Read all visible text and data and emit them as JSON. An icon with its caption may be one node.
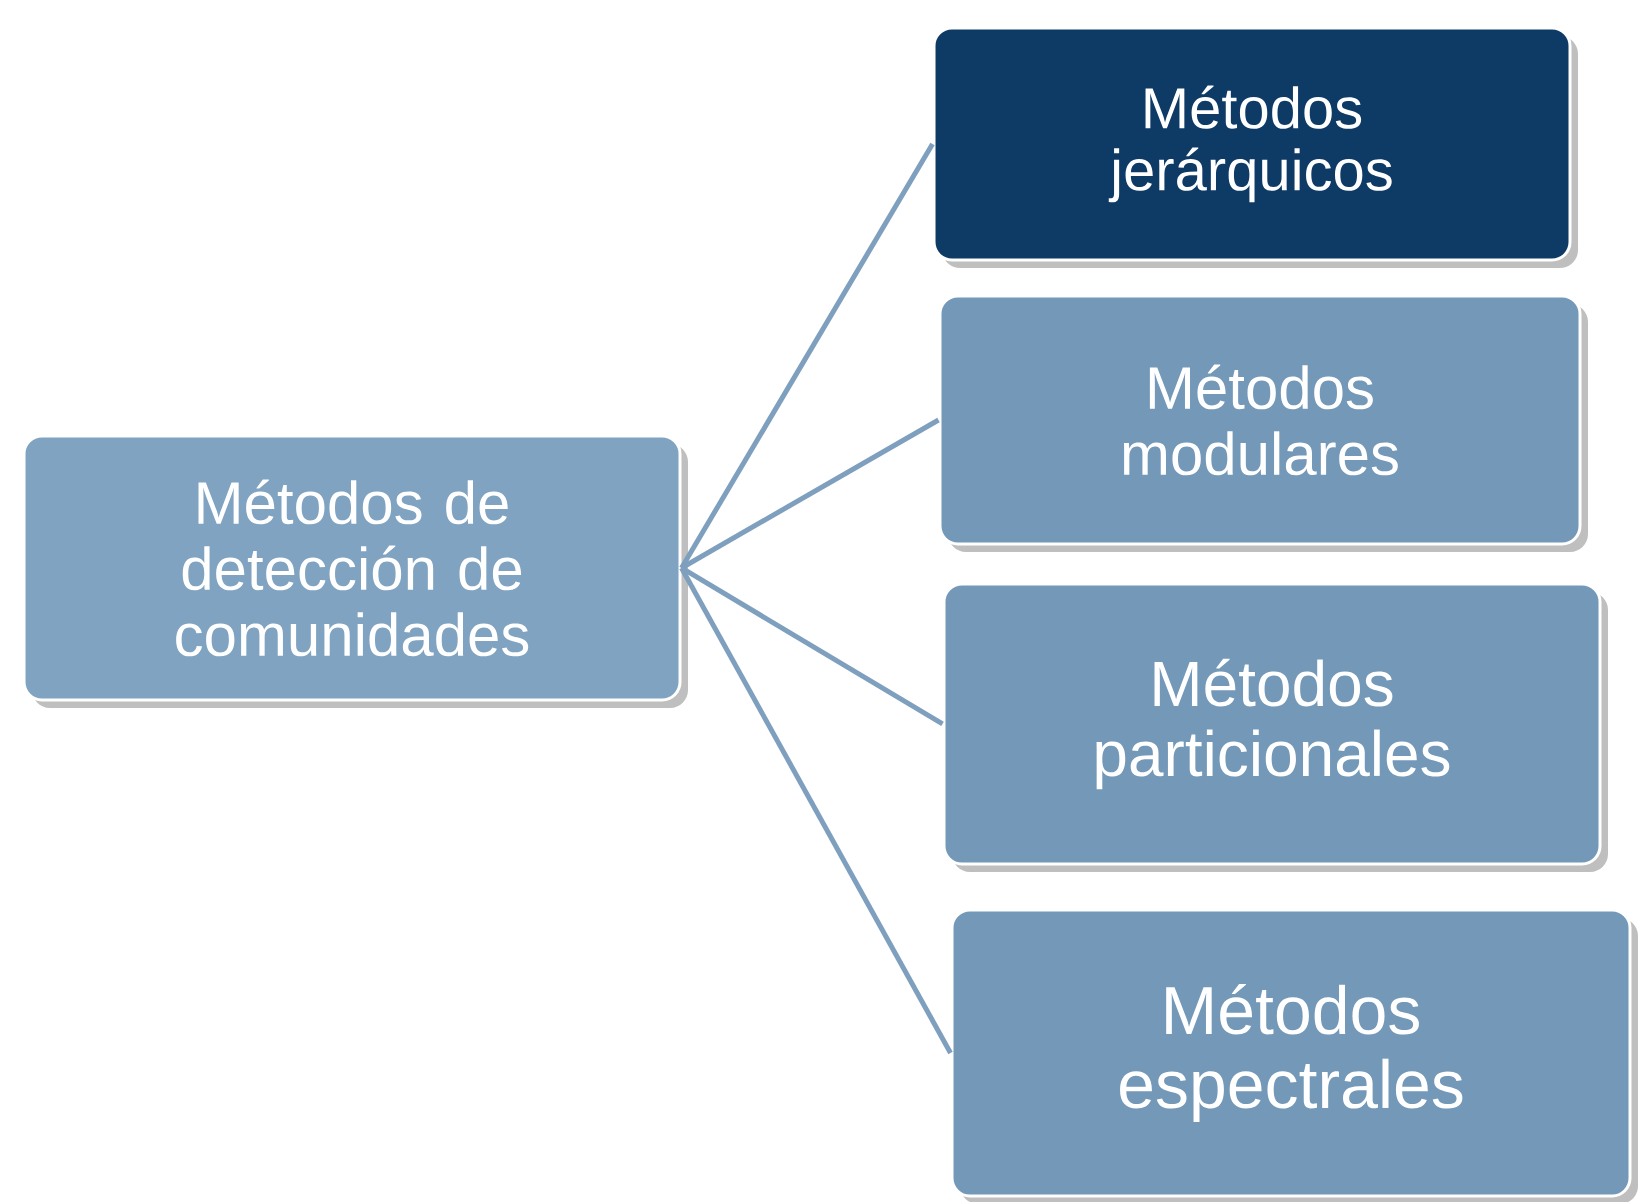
{
  "diagram": {
    "nodes": [
      {
        "text": [
          "Métodos de detección de comunidades"
        ]
      },
      {
        "text": [
          "Métodos jerárquicos"
        ]
      },
      {
        "text": [
          "Métodos modulares"
        ]
      },
      {
        "text": [
          "Métodos particionales"
        ]
      },
      {
        "text": [
          "Métodos espectrales"
        ]
      }
    ],
    "edges": [
      {
        "from": 0,
        "to": 1,
        "arrow": "none"
      },
      {
        "from": 0,
        "to": 2,
        "arrow": "none"
      },
      {
        "from": 0,
        "to": 3,
        "arrow": "none"
      },
      {
        "from": 0,
        "to": 4,
        "arrow": "none"
      }
    ]
  }
}
